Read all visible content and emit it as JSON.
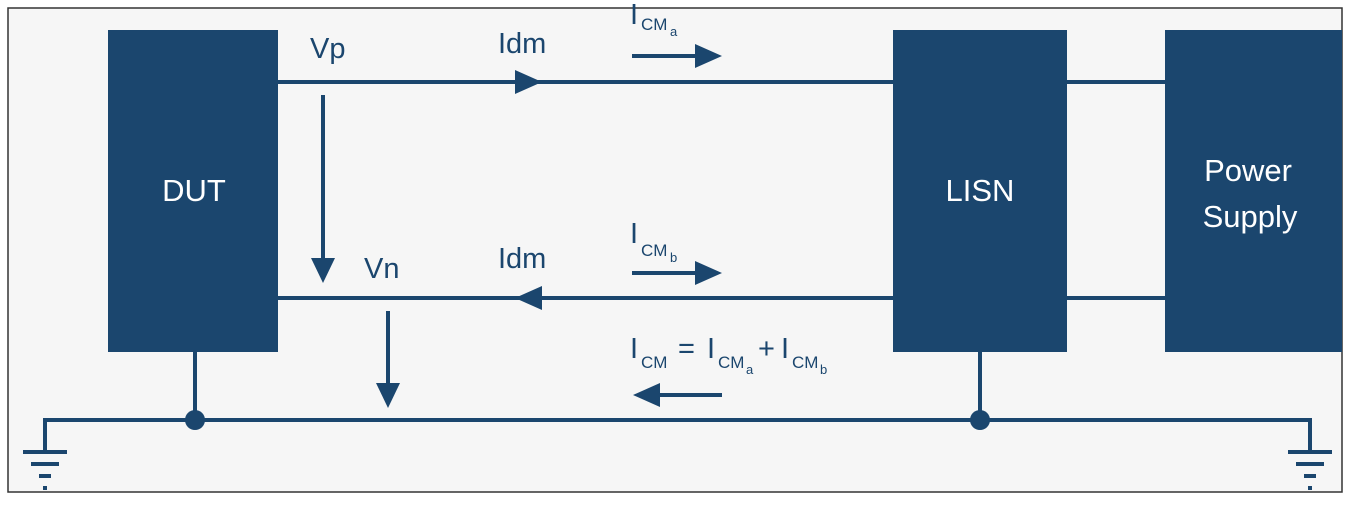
{
  "colors": {
    "primary": "#1b466e",
    "frame_bg": "#f6f6f6",
    "block_text": "#ffffff"
  },
  "blocks": {
    "dut": "DUT",
    "lisn": "LISN",
    "power_supply_line1": "Power",
    "power_supply_line2": "Supply"
  },
  "labels": {
    "vp": "Vp",
    "vn": "Vn",
    "idm_top": "Idm",
    "idm_bottom": "Idm",
    "i": "I",
    "cm": "CM",
    "sub_a": "a",
    "sub_b": "b",
    "equals": "=",
    "plus": "+"
  }
}
